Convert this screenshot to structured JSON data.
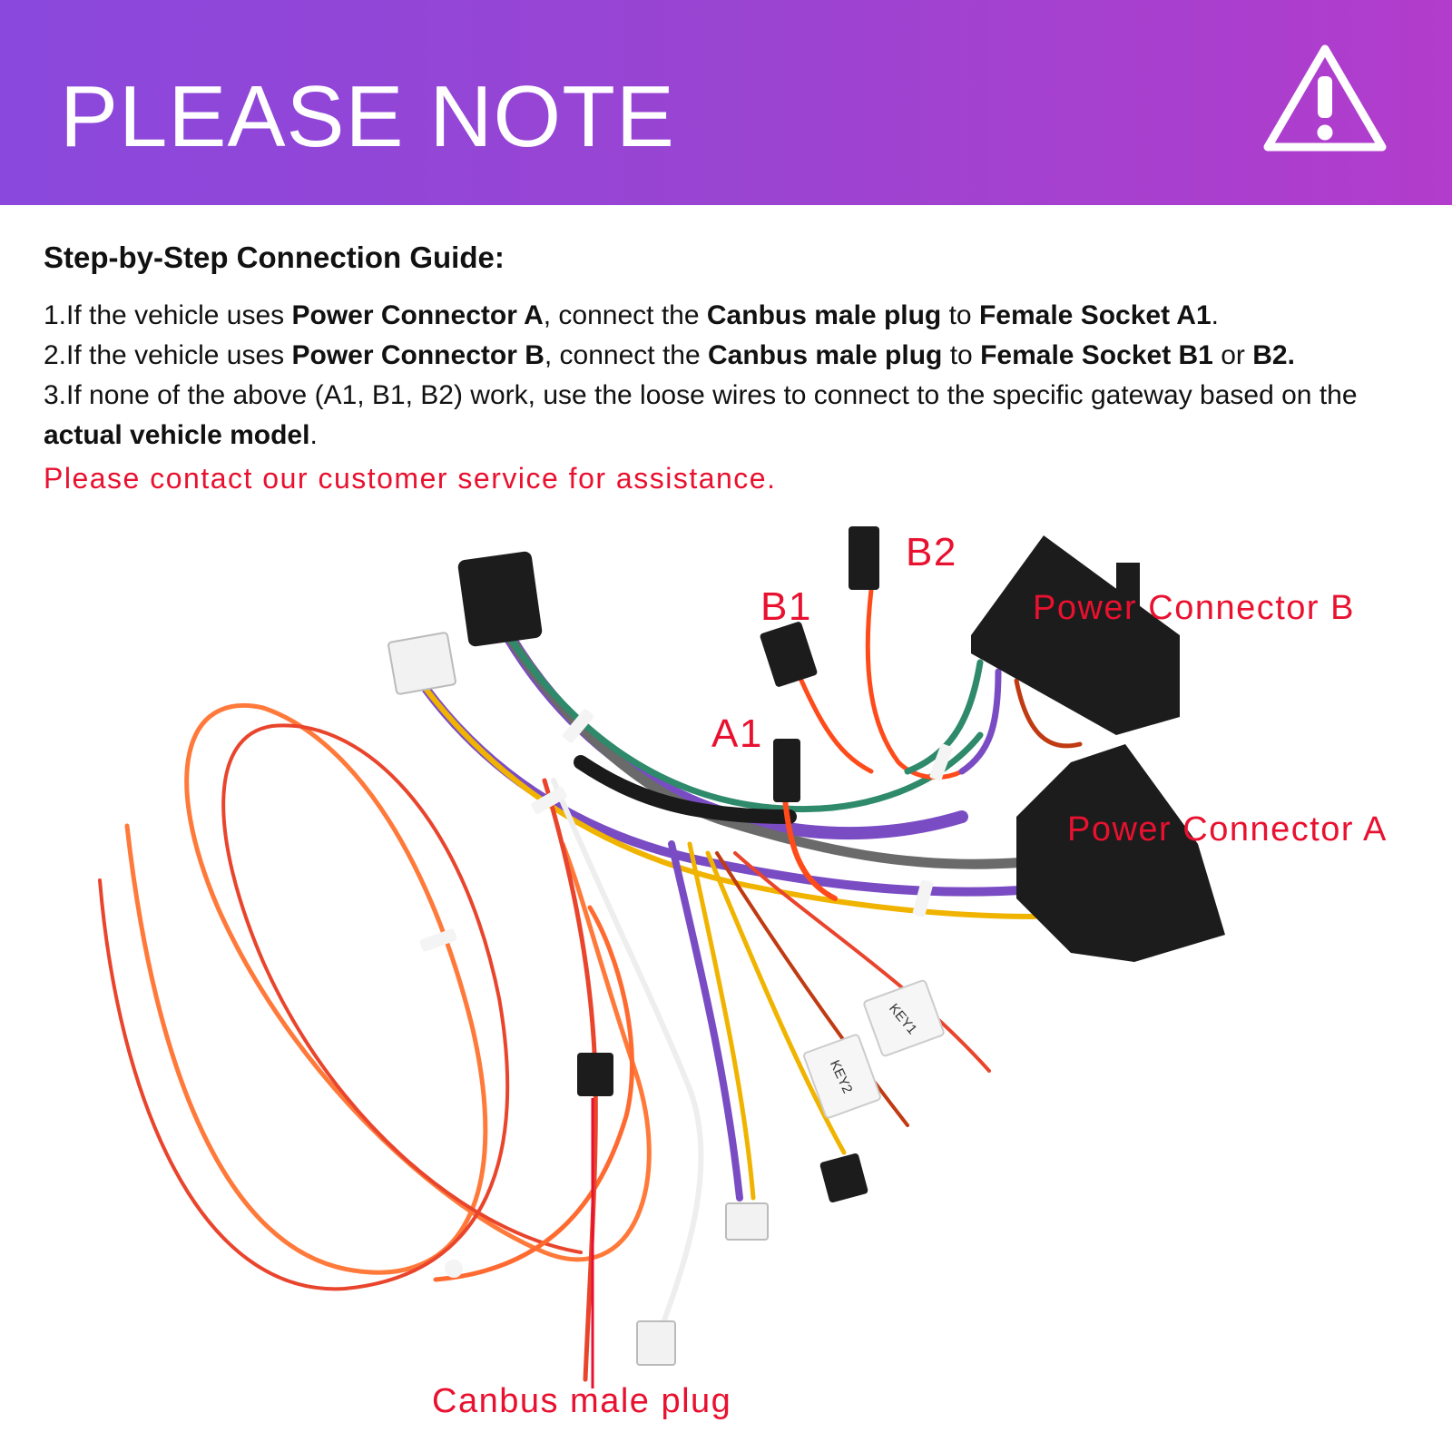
{
  "banner": {
    "title": "PLEASE NOTE",
    "icon": "warning-triangle-icon",
    "gradient": [
      "#8a48dc",
      "#b23ccc"
    ]
  },
  "guide": {
    "title": "Step-by-Step Connection Guide:",
    "step1": {
      "t1": "1.If the vehicle uses ",
      "b1": "Power Connector A",
      "t2": ", connect the ",
      "b2": "Canbus male plug",
      "t3": " to ",
      "b3": "Female Socket A1",
      "t4": "."
    },
    "step2": {
      "t1": "2.If the vehicle uses ",
      "b1": "Power Connector B",
      "t2": ", connect the ",
      "b2": "Canbus male plug",
      "t3": " to ",
      "b3": "Female Socket B1",
      "t4": " or ",
      "b4": "B2."
    },
    "step3": {
      "t1": "3.If none of the above (A1, B1, B2) work, use the loose wires to connect to the specific gateway based on the ",
      "b1": "actual vehicle model",
      "t2": "."
    },
    "contact": "Please contact our customer service for assistance.",
    "accent_color": "#e8112f"
  },
  "diagram": {
    "labels": {
      "b2": "B2",
      "b1": "B1",
      "a1": "A1",
      "power_b": "Power Connector B",
      "power_a": "Power Connector A",
      "canbus": "Canbus male plug"
    },
    "tags": {
      "key1": "KEY1",
      "key2": "KEY2"
    }
  }
}
